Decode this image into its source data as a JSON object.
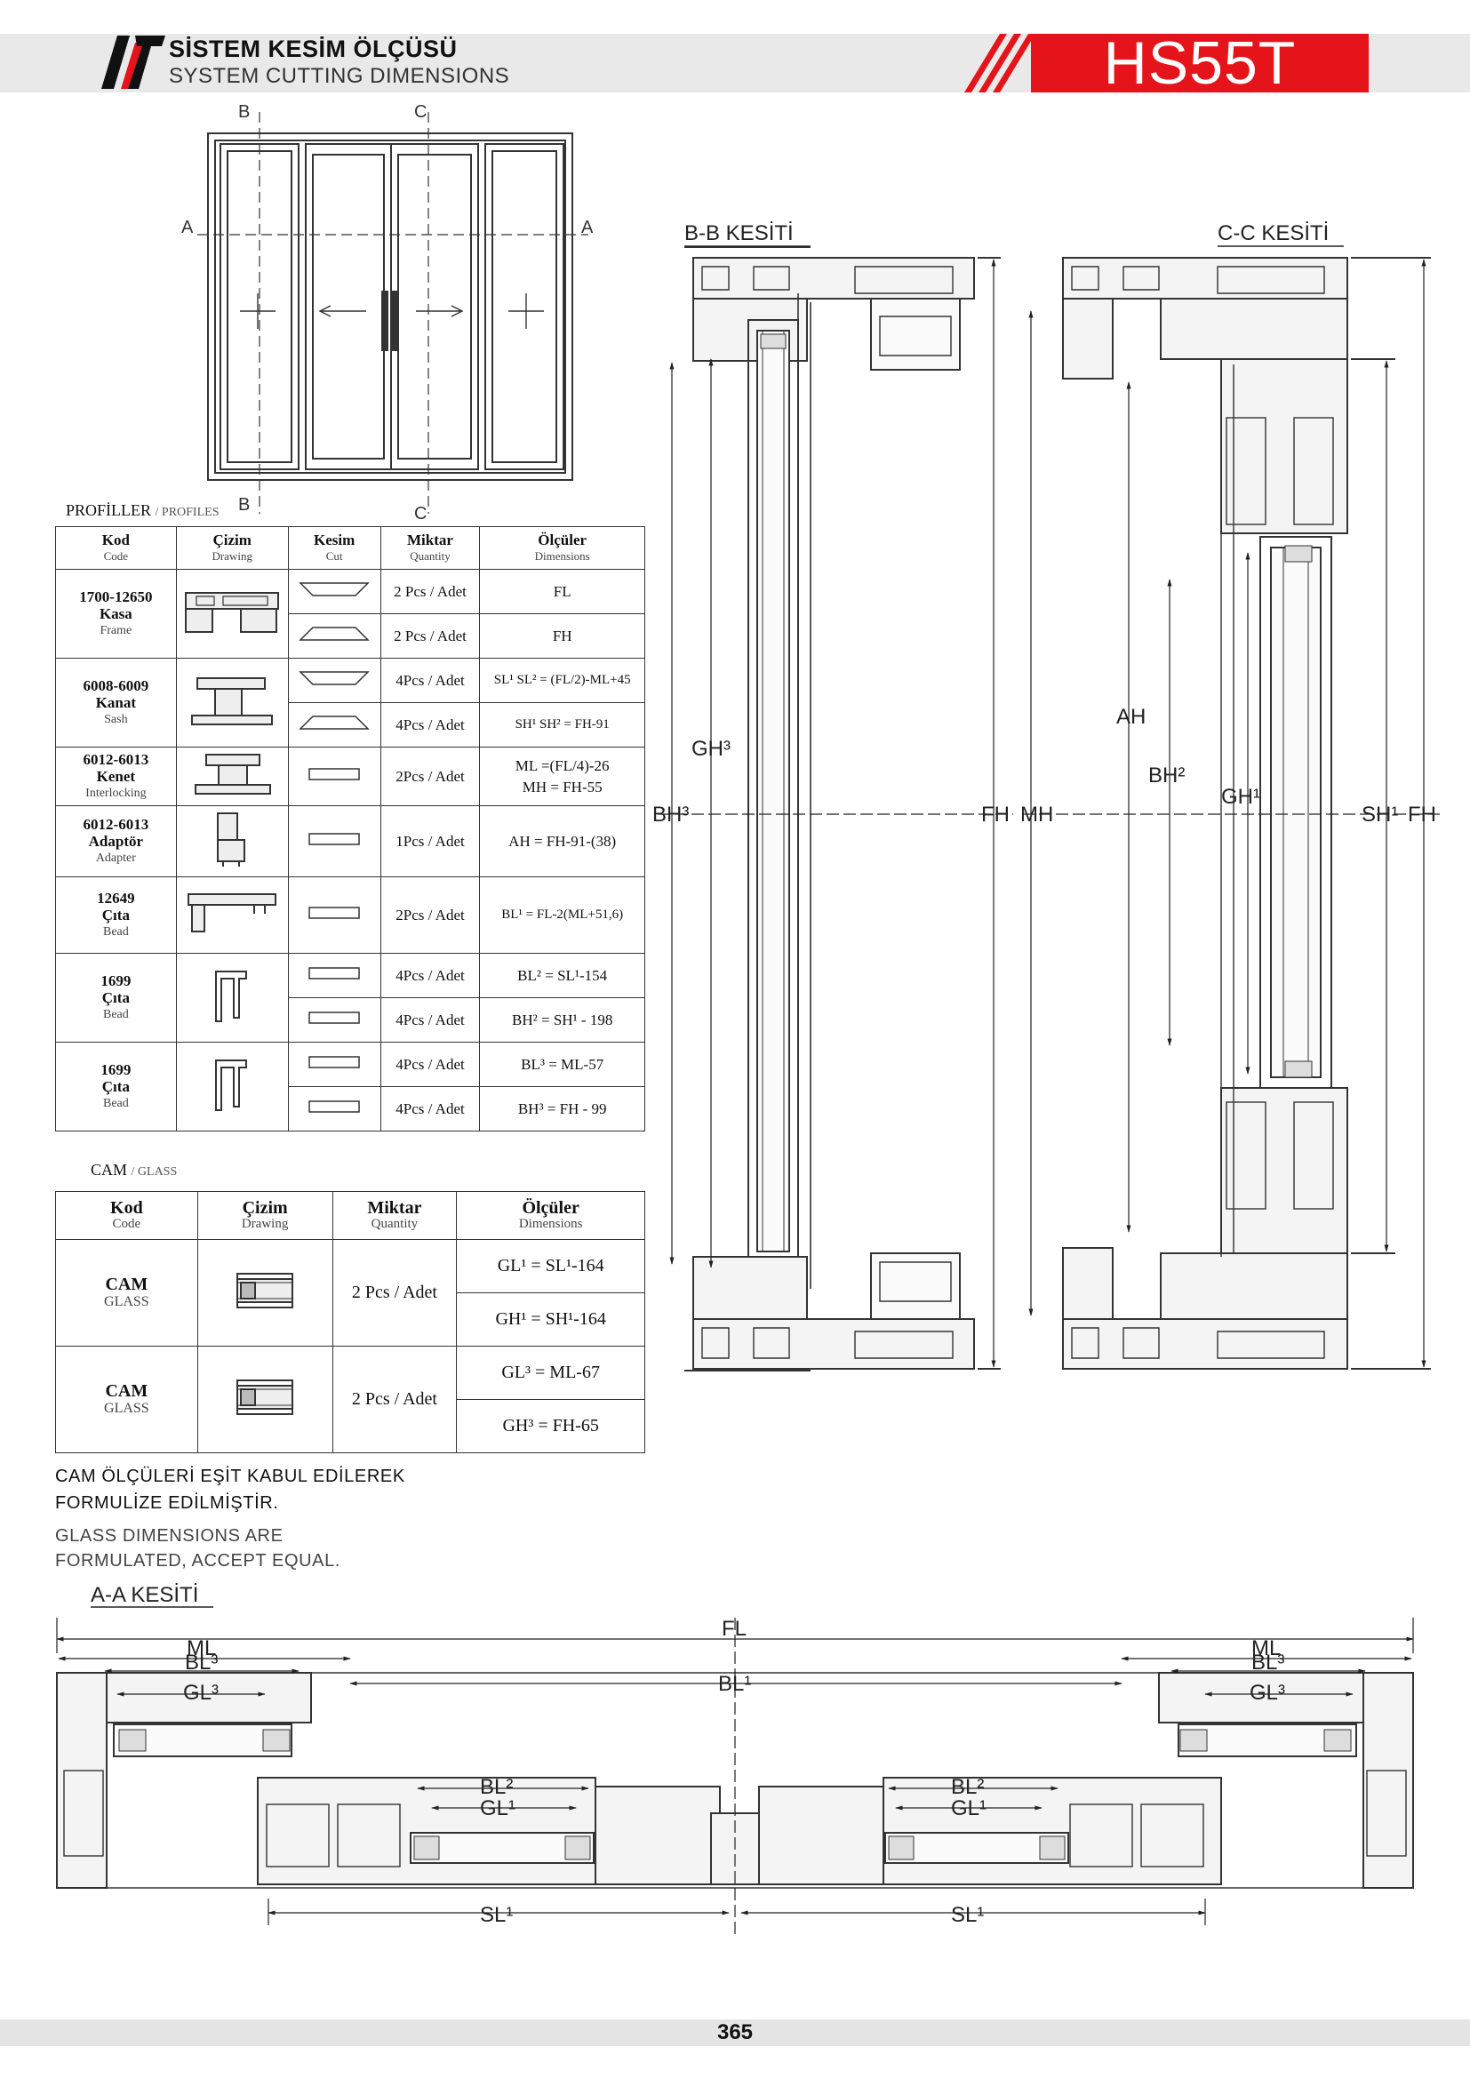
{
  "header": {
    "title_tr": "SİSTEM KESİM ÖLÇÜSÜ",
    "title_en": "SYSTEM CUTTING DIMENSIONS",
    "code": "HS55T",
    "accent_color": "#e5141b"
  },
  "elevation": {
    "markers": [
      "B",
      "C",
      "A",
      "A",
      "B",
      "C"
    ]
  },
  "profiles": {
    "label_tr": "PROFİLLER",
    "label_en": "/ PROFILES",
    "headers": [
      {
        "tr": "Kod",
        "en": "Code"
      },
      {
        "tr": "Çizim",
        "en": "Drawing"
      },
      {
        "tr": "Kesim",
        "en": "Cut"
      },
      {
        "tr": "Miktar",
        "en": "Quantity"
      },
      {
        "tr": "Ölçüler",
        "en": "Dimensions"
      }
    ],
    "rows": [
      {
        "code": "1700-12650",
        "name": "Kasa",
        "en": "Frame",
        "cuts": [
          {
            "qty": "2 Pcs / Adet",
            "dim": "FL"
          },
          {
            "qty": "2 Pcs / Adet",
            "dim": "FH"
          }
        ]
      },
      {
        "code": "6008-6009",
        "name": "Kanat",
        "en": "Sash",
        "cuts": [
          {
            "qty": "4Pcs / Adet",
            "dim": "SL¹ SL² = (FL/2)-ML+45"
          },
          {
            "qty": "4Pcs / Adet",
            "dim": "SH¹ SH² = FH-91"
          }
        ]
      },
      {
        "code": "6012-6013",
        "name": "Kenet",
        "en": "Interlocking",
        "cuts": [
          {
            "qty": "2Pcs / Adet",
            "dim": "ML =(FL/4)-26",
            "dim2": "MH =    FH-55"
          }
        ]
      },
      {
        "code": "6012-6013",
        "name": "Adaptör",
        "en": "Adapter",
        "cuts": [
          {
            "qty": "1Pcs / Adet",
            "dim": "AH =  FH-91-(38)"
          }
        ]
      },
      {
        "code": "12649",
        "name": "Çıta",
        "en": "Bead",
        "cuts": [
          {
            "qty": "2Pcs / Adet",
            "dim": "BL¹ =  FL-2(ML+51,6)"
          }
        ]
      },
      {
        "code": "1699",
        "name": "Çıta",
        "en": "Bead",
        "cuts": [
          {
            "qty": "4Pcs / Adet",
            "dim": "BL² =     SL¹-154"
          },
          {
            "qty": "4Pcs / Adet",
            "dim": "BH² =    SH¹ - 198"
          }
        ]
      },
      {
        "code": "1699",
        "name": "Çıta",
        "en": "Bead",
        "cuts": [
          {
            "qty": "4Pcs / Adet",
            "dim": "BL³ =       ML-57"
          },
          {
            "qty": "4Pcs / Adet",
            "dim": "BH³ =      FH - 99"
          }
        ]
      }
    ]
  },
  "glass": {
    "label_tr": "CAM",
    "label_en": "/ GLASS",
    "headers": [
      {
        "tr": "Kod",
        "en": "Code"
      },
      {
        "tr": "Çizim",
        "en": "Drawing"
      },
      {
        "tr": "Miktar",
        "en": "Quantity"
      },
      {
        "tr": "Ölçüler",
        "en": "Dimensions"
      }
    ],
    "rows": [
      {
        "code": "CAM",
        "en": "GLASS",
        "qty": "2 Pcs / Adet",
        "dims": [
          "GL¹ = SL¹-164",
          "GH¹ = SH¹-164"
        ]
      },
      {
        "code": "CAM",
        "en": "GLASS",
        "qty": "2 Pcs / Adet",
        "dims": [
          "GL³ = ML-67",
          "GH³ = FH-65"
        ]
      }
    ]
  },
  "notes": {
    "tr_line1": "CAM ÖLÇÜLERİ EŞİT KABUL EDİLEREK",
    "tr_line2": "FORMULİZE EDİLMİŞTİR.",
    "en_line1": "GLASS DIMENSIONS ARE",
    "en_line2": "FORMULATED, ACCEPT EQUAL."
  },
  "sections": {
    "bb_title": "B-B KESİTİ",
    "cc_title": "C-C KESİTİ",
    "aa_title": "A-A KESİTİ",
    "bb_labels": {
      "bh3": "BH³",
      "gh3": "GH³",
      "fh": "FH"
    },
    "cc_labels": {
      "mh": "MH",
      "ah": "AH",
      "bh2": "BH²",
      "gh1": "GH¹",
      "sh1": "SH¹",
      "fh": "FH"
    },
    "aa_labels": {
      "fl": "FL",
      "ml": "ML",
      "bl3": "BL³",
      "gl3": "GL³",
      "bl1": "BL¹",
      "bl2": "BL²",
      "gl1": "GL¹",
      "sl1": "SL¹"
    }
  },
  "footer": {
    "page_number": "365"
  }
}
